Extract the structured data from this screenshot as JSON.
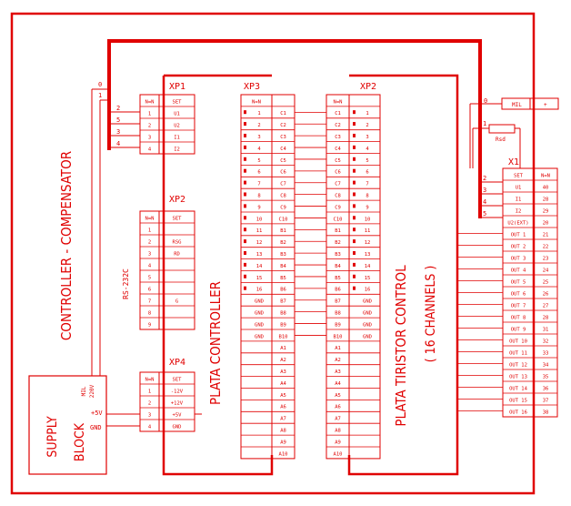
{
  "labels": {
    "controller_compensator": "CONTROLLER - COMPENSATOR",
    "plata_controller": "PLATA  CONTROLLER",
    "plata_tiristor": "PLATA  TIRISTOR  CONTROL",
    "channels": "( 16 CHANNELS )",
    "rs232c": "RS-232C",
    "supply": "SUPPLY",
    "block": "BLOCK",
    "mil": "MIL",
    "v220": "220V",
    "plus5v": "+5V",
    "gnd": "GND",
    "rsd": "Rsd",
    "mil_box": "MIL",
    "mil_box_val": "+"
  },
  "connectors": {
    "xp1": {
      "title": "XP1",
      "head": [
        "N=N",
        "SET"
      ],
      "rows": [
        [
          "1",
          "U1"
        ],
        [
          "2",
          "U2"
        ],
        [
          "3",
          "I1"
        ],
        [
          "4",
          "I2"
        ]
      ]
    },
    "xp2a": {
      "title": "XP2",
      "head": [
        "N=N",
        "SET"
      ],
      "rows": [
        [
          "1",
          ""
        ],
        [
          "2",
          "RSG"
        ],
        [
          "3",
          "RD"
        ],
        [
          "4",
          ""
        ],
        [
          "5",
          ""
        ],
        [
          "6",
          ""
        ],
        [
          "7",
          "G"
        ],
        [
          "8",
          ""
        ],
        [
          "9",
          ""
        ]
      ]
    },
    "xp4": {
      "title": "XP4",
      "head": [
        "N=N",
        "SET"
      ],
      "rows": [
        [
          "1",
          "-12V"
        ],
        [
          "2",
          "+12V"
        ],
        [
          "3",
          "+5V"
        ],
        [
          "4",
          "GND"
        ]
      ]
    },
    "xp3": {
      "title": "XP3",
      "head": [
        "N=N",
        ""
      ],
      "rows": [
        [
          "1",
          "C1"
        ],
        [
          "2",
          "C2"
        ],
        [
          "3",
          "C3"
        ],
        [
          "4",
          "C4"
        ],
        [
          "5",
          "C5"
        ],
        [
          "6",
          "C6"
        ],
        [
          "7",
          "C7"
        ],
        [
          "8",
          "C8"
        ],
        [
          "9",
          "C9"
        ],
        [
          "10",
          "C10"
        ],
        [
          "11",
          "B1"
        ],
        [
          "12",
          "B2"
        ],
        [
          "13",
          "B3"
        ],
        [
          "14",
          "B4"
        ],
        [
          "15",
          "B5"
        ],
        [
          "16",
          "B6"
        ],
        [
          "GND",
          "B7"
        ],
        [
          "GND",
          "B8"
        ],
        [
          "GND",
          "B9"
        ],
        [
          "GND",
          "B10"
        ],
        [
          "",
          "A1"
        ],
        [
          "",
          "A2"
        ],
        [
          "",
          "A3"
        ],
        [
          "",
          "A4"
        ],
        [
          "",
          "A5"
        ],
        [
          "",
          "A6"
        ],
        [
          "",
          "A7"
        ],
        [
          "",
          "A8"
        ],
        [
          "",
          "A9"
        ],
        [
          "",
          "A10"
        ]
      ]
    },
    "xp2b": {
      "title": "XP2",
      "head": [
        "N=N",
        ""
      ],
      "rows": [
        [
          "C1",
          "1"
        ],
        [
          "C2",
          "2"
        ],
        [
          "C3",
          "3"
        ],
        [
          "C4",
          "4"
        ],
        [
          "C5",
          "5"
        ],
        [
          "C6",
          "6"
        ],
        [
          "C7",
          "7"
        ],
        [
          "C8",
          "8"
        ],
        [
          "C9",
          "9"
        ],
        [
          "C10",
          "10"
        ],
        [
          "B1",
          "11"
        ],
        [
          "B2",
          "12"
        ],
        [
          "B3",
          "13"
        ],
        [
          "B4",
          "14"
        ],
        [
          "B5",
          "15"
        ],
        [
          "B6",
          "16"
        ],
        [
          "B7",
          "GND"
        ],
        [
          "B8",
          "GND"
        ],
        [
          "B9",
          "GND"
        ],
        [
          "B10",
          "GND"
        ],
        [
          "A1",
          ""
        ],
        [
          "A2",
          ""
        ],
        [
          "A3",
          ""
        ],
        [
          "A4",
          ""
        ],
        [
          "A5",
          ""
        ],
        [
          "A6",
          ""
        ],
        [
          "A7",
          ""
        ],
        [
          "A8",
          ""
        ],
        [
          "A9",
          ""
        ],
        [
          "A10",
          ""
        ]
      ]
    },
    "x1": {
      "title": "X1",
      "head": [
        "SET",
        "N=N"
      ],
      "rows": [
        [
          "U1",
          "40"
        ],
        [
          "I1",
          "28"
        ],
        [
          "I2",
          "29"
        ],
        [
          "U2(EXT)",
          "20"
        ],
        [
          "OUT  1",
          "21"
        ],
        [
          "OUT  2",
          "22"
        ],
        [
          "OUT  3",
          "23"
        ],
        [
          "OUT  4",
          "24"
        ],
        [
          "OUT  5",
          "25"
        ],
        [
          "OUT  6",
          "26"
        ],
        [
          "OUT  7",
          "27"
        ],
        [
          "OUT  8",
          "28"
        ],
        [
          "OUT  9",
          "31"
        ],
        [
          "OUT  10",
          "32"
        ],
        [
          "OUT  11",
          "33"
        ],
        [
          "OUT  12",
          "34"
        ],
        [
          "OUT  13",
          "35"
        ],
        [
          "OUT  14",
          "36"
        ],
        [
          "OUT  15",
          "37"
        ],
        [
          "OUT  16",
          "38"
        ]
      ]
    }
  },
  "wires": {
    "cc_nums": [
      "0",
      "1"
    ],
    "xp1_nums": [
      "2",
      "5",
      "3",
      "4"
    ],
    "x1_nums": [
      "2",
      "3",
      "4",
      "5"
    ],
    "right_nums": [
      "0",
      "1"
    ]
  }
}
